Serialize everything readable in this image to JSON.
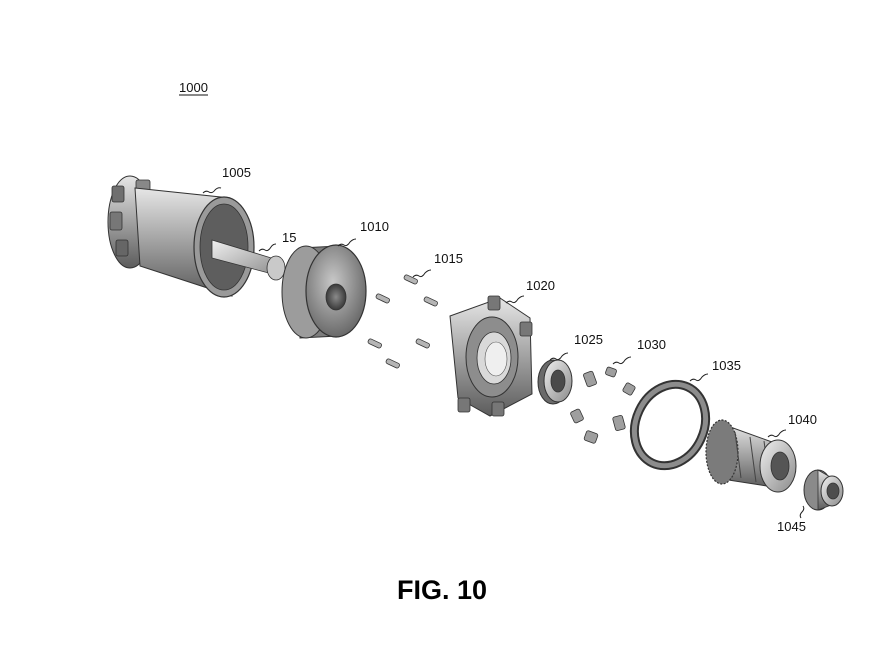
{
  "figure": {
    "reference_number": "1000",
    "caption": "FIG. 10"
  },
  "parts": [
    {
      "id": "1005"
    },
    {
      "id": "15"
    },
    {
      "id": "1010"
    },
    {
      "id": "1015"
    },
    {
      "id": "1020"
    },
    {
      "id": "1025"
    },
    {
      "id": "1030"
    },
    {
      "id": "1035"
    },
    {
      "id": "1040"
    },
    {
      "id": "1045"
    }
  ]
}
